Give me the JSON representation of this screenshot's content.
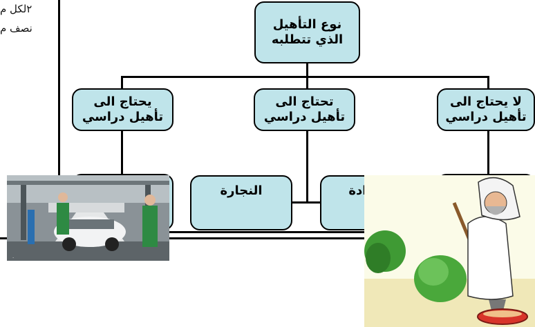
{
  "corner_text": {
    "line1": "٢لكل م",
    "line2": "نصف م"
  },
  "root": {
    "line1": "نوع التأهيل",
    "line2": "الذي تتطلبه"
  },
  "branches": {
    "left": {
      "line1": "يحتاج الى",
      "line2": "تأهيل دراسي"
    },
    "middle": {
      "line1": "تحتاج الى",
      "line2": "تأهيل دراسي"
    },
    "right": {
      "line1": "لا يحتاج الى",
      "line2": "تأهيل دراسي"
    }
  },
  "leaves": {
    "carpentry": "النجارة",
    "blacksmithing": ".الحدادة"
  },
  "images": {
    "factory": "car-factory-photo",
    "farmer": "farmer-digging-cartoon"
  },
  "colors": {
    "box_fill": "#bfe4ea",
    "stroke": "#000000"
  }
}
